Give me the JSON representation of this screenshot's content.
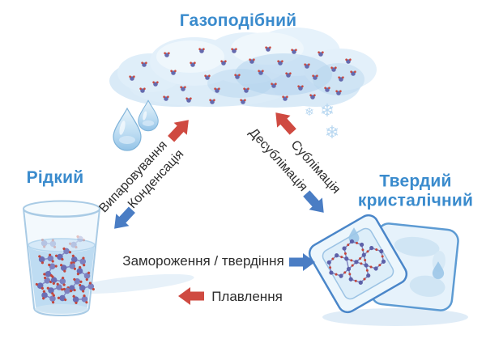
{
  "diagram": {
    "title_gas": "Газоподібний",
    "title_liquid": "Рідкий",
    "title_solid_line1": "Твердий",
    "title_solid_line2": "кристалічний",
    "process_evaporation": "Випаровування",
    "process_condensation": "Конденсація",
    "process_sublimation": "Сублімація",
    "process_desublimation": "Десублімація",
    "process_freezing": "Замороження / твердіння",
    "process_melting": "Плавлення"
  },
  "colors": {
    "state_title": "#3a8bcd",
    "arrow_red": "#cf4a41",
    "arrow_blue": "#4a7dc4",
    "label_text": "#2d2d2d",
    "snowflake": "#b9d8f1"
  },
  "icons": {
    "snowflake": "❄"
  }
}
